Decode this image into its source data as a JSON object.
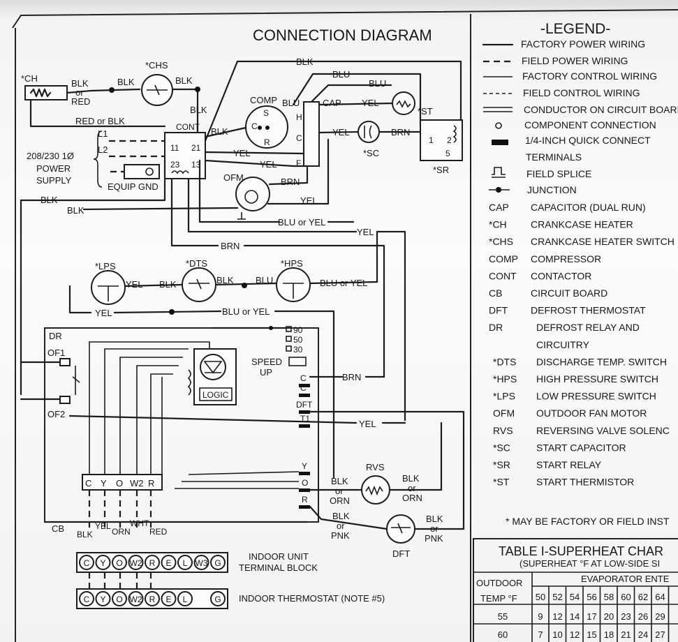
{
  "diagram": {
    "title": "CONNECTION DIAGRAM",
    "labels": {
      "ch": "*CH",
      "chs": "*CHS",
      "blk": "BLK",
      "or": "or",
      "red": "RED",
      "red_or_blk": "RED or BLK",
      "blu": "BLU",
      "yel": "YEL",
      "brn": "BRN",
      "comp": "COMP",
      "cap": "CAP",
      "st": "*ST",
      "sc": "*SC",
      "sr": "*SR",
      "l1": "L1",
      "l2": "L2",
      "supply1": "208/230 1Ø",
      "supply2": "POWER",
      "supply3": "SUPPLY",
      "equip_gnd": "EQUIP GND",
      "cont": "CONT",
      "t11": "11",
      "t21": "21",
      "t23": "23",
      "t13": "13",
      "ofm": "OFM",
      "c": "C",
      "s": "S",
      "r": "R",
      "h": "H",
      "f": "F",
      "sr1": "1",
      "sr2": "2",
      "sr5": "5",
      "blu_or_yel": "BLU or YEL",
      "lps": "*LPS",
      "dts": "*DTS",
      "hps": "*HPS",
      "dr": "DR",
      "of1": "OF1",
      "of2": "OF2",
      "cb": "CB",
      "t90": "90",
      "t50": "50",
      "t30": "30",
      "speed": "SPEED",
      "up": "UP",
      "logic": "LOGIC",
      "dft_t": "DFT",
      "t1": "T1",
      "y": "Y",
      "o": "O",
      "rr": "R",
      "w2": "W2",
      "blk_or_orn": "BLK",
      "orn": "ORN",
      "blk_or_pnk": "BLK",
      "pnk": "PNK",
      "rvs": "RVS",
      "dft": "DFT",
      "wht": "WHT",
      "indoor_unit1": "INDOOR UNIT",
      "indoor_unit2": "TERMINAL BLOCK",
      "indoor_tstat": "INDOOR THERMOSTAT  (NOTE #5)",
      "term_block": [
        "C",
        "Y",
        "O",
        "W2",
        "R",
        "E",
        "L",
        "W3",
        "G"
      ],
      "tstat_block": [
        "C",
        "Y",
        "O",
        "W2",
        "R",
        "E",
        "L",
        "G"
      ]
    }
  },
  "legend": {
    "title": "-LEGEND-",
    "items": [
      "FACTORY POWER WIRING",
      "FIELD POWER WIRING",
      "FACTORY CONTROL WIRING",
      "FIELD CONTROL WIRING",
      "CONDUCTOR ON CIRCUIT BOARD",
      "COMPONENT CONNECTION",
      "1/4-INCH QUICK CONNECT",
      "TERMINALS",
      "FIELD SPLICE",
      "JUNCTION"
    ],
    "abbreviations": [
      {
        "abbr": "CAP",
        "text": "CAPACITOR (DUAL RUN)"
      },
      {
        "abbr": "*CH",
        "text": "CRANKCASE HEATER"
      },
      {
        "abbr": "*CHS",
        "text": "CRANKCASE HEATER SWITCH"
      },
      {
        "abbr": "COMP",
        "text": "COMPRESSOR"
      },
      {
        "abbr": "CONT",
        "text": "CONTACTOR"
      },
      {
        "abbr": "CB",
        "text": "CIRCUIT BOARD"
      },
      {
        "abbr": "DFT",
        "text": "DEFROST THERMOSTAT"
      },
      {
        "abbr": "DR",
        "text": "DEFROST RELAY AND"
      },
      {
        "abbr": "",
        "text": "CIRCUITRY"
      },
      {
        "abbr": "*DTS",
        "text": "DISCHARGE TEMP. SWITCH"
      },
      {
        "abbr": "*HPS",
        "text": "HIGH PRESSURE SWITCH"
      },
      {
        "abbr": "*LPS",
        "text": "LOW PRESSURE SWITCH"
      },
      {
        "abbr": "OFM",
        "text": "OUTDOOR FAN MOTOR"
      },
      {
        "abbr": "RVS",
        "text": "REVERSING VALVE SOLENC"
      },
      {
        "abbr": "*SC",
        "text": "START CAPACITOR"
      },
      {
        "abbr": "*SR",
        "text": "START RELAY"
      },
      {
        "abbr": "*ST",
        "text": "START THERMISTOR"
      }
    ],
    "footnote": "* MAY BE FACTORY OR FIELD INST"
  },
  "table": {
    "title": "TABLE I-SUPERHEAT CHAR",
    "subtitle": "(SUPERHEAT °F AT LOW-SIDE SI",
    "header_left1": "OUTDOOR",
    "header_left2": "TEMP °F",
    "header_group": "EVAPORATOR ENTE",
    "columns": [
      "50",
      "52",
      "54",
      "56",
      "58",
      "60",
      "62",
      "64"
    ],
    "rows": [
      {
        "temp": "55",
        "values": [
          "9",
          "12",
          "14",
          "17",
          "20",
          "23",
          "26",
          "29"
        ]
      },
      {
        "temp": "60",
        "values": [
          "7",
          "10",
          "12",
          "15",
          "18",
          "21",
          "24",
          "27"
        ]
      }
    ]
  }
}
